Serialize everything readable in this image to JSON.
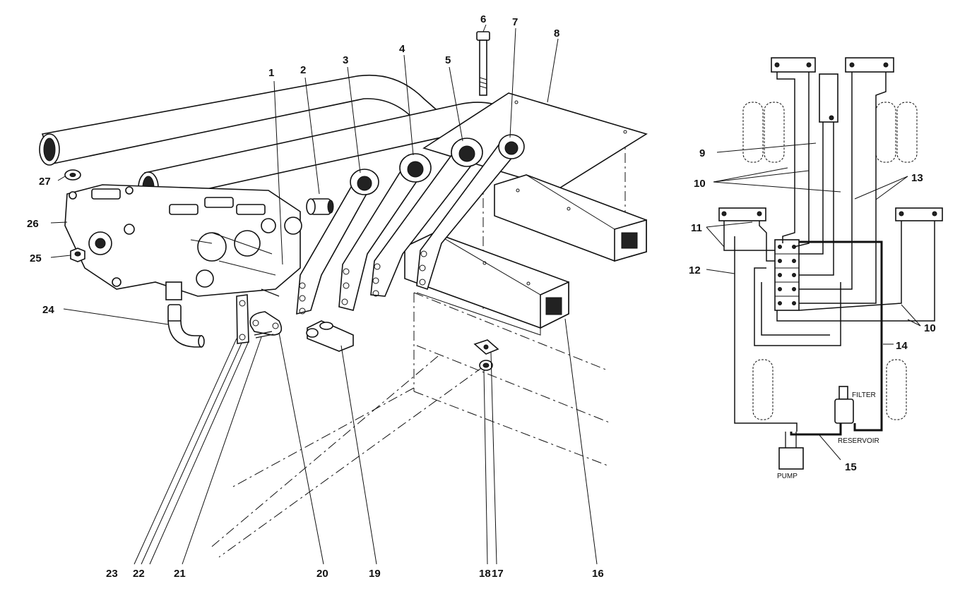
{
  "callouts": {
    "c1": "1",
    "c2": "2",
    "c3": "3",
    "c4": "4",
    "c5": "5",
    "c6": "6",
    "c7": "7",
    "c8": "8",
    "c9": "9",
    "c10a": "10",
    "c10b": "10",
    "c11": "11",
    "c12": "12",
    "c13": "13",
    "c14": "14",
    "c15": "15",
    "c16": "16",
    "c17": "17",
    "c18": "18",
    "c19": "19",
    "c20": "20",
    "c21": "21",
    "c22": "22",
    "c23": "23",
    "c24": "24",
    "c25": "25",
    "c26": "26",
    "c27": "27"
  },
  "schematic": {
    "filter_label": "FILTER",
    "reservoir_label": "RESERVOIR",
    "pump_label": "PUMP"
  }
}
